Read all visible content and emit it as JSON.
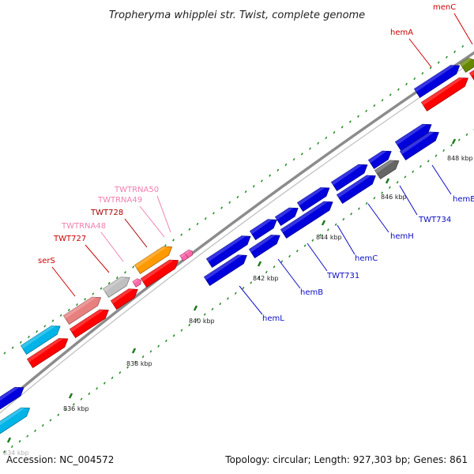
{
  "title": "Tropheryma whipplei str. Twist, complete genome",
  "footer": {
    "accession": "Accession: NC_004572",
    "topology": "Topology: circular; Length: 927,303 bp; Genes: 861"
  },
  "colors": {
    "background": "#ffffff",
    "backbone": "#8c8c8c",
    "tick_major": "#1f7a1f",
    "tick_minor": "#2e8b2e",
    "label_blue": "#0b0bc8",
    "label_red": "#cc0000",
    "label_pink": "#f080b0",
    "label_darkred": "#aa0000"
  },
  "ticks": [
    {
      "label": "836 kbp"
    },
    {
      "label": "838 kbp"
    },
    {
      "label": "840 kbp"
    },
    {
      "label": "842 kbp"
    },
    {
      "label": "844 kbp"
    },
    {
      "label": "846 kbp"
    },
    {
      "label": "848 kbp"
    },
    {
      "label": "834 kbp"
    }
  ],
  "features": [
    {
      "name": "serS",
      "color_key": "label_red",
      "gene_color": "#00b4e8"
    },
    {
      "name": "TWT727",
      "color_key": "label_red",
      "gene_color": "#e88080"
    },
    {
      "name": "TWTRNA48",
      "color_key": "label_pink",
      "gene_color": "#c0c0c0"
    },
    {
      "name": "TWT728",
      "color_key": "label_darkred",
      "gene_color": "#ff9900"
    },
    {
      "name": "TWTRNA49",
      "color_key": "label_pink",
      "gene_color": "#ff66aa"
    },
    {
      "name": "TWTRNA50",
      "color_key": "label_pink",
      "gene_color": "#ff66aa"
    },
    {
      "name": "hemL",
      "color_key": "label_blue",
      "gene_color": "#0000dd"
    },
    {
      "name": "hemB",
      "color_key": "label_blue",
      "gene_color": "#0000dd"
    },
    {
      "name": "TWT731",
      "color_key": "label_blue",
      "gene_color": "#0000dd"
    },
    {
      "name": "hemC",
      "color_key": "label_blue",
      "gene_color": "#0000dd"
    },
    {
      "name": "hemH",
      "color_key": "label_blue",
      "gene_color": "#0000dd"
    },
    {
      "name": "TWT734",
      "color_key": "label_blue",
      "gene_color": "#0000dd"
    },
    {
      "name": "hemE",
      "color_key": "label_blue",
      "gene_color": "#0000dd"
    },
    {
      "name": "hemA",
      "color_key": "label_red",
      "gene_color": "#ff0000"
    },
    {
      "name": "menC",
      "color_key": "label_red",
      "gene_color": "#ff0000"
    }
  ]
}
